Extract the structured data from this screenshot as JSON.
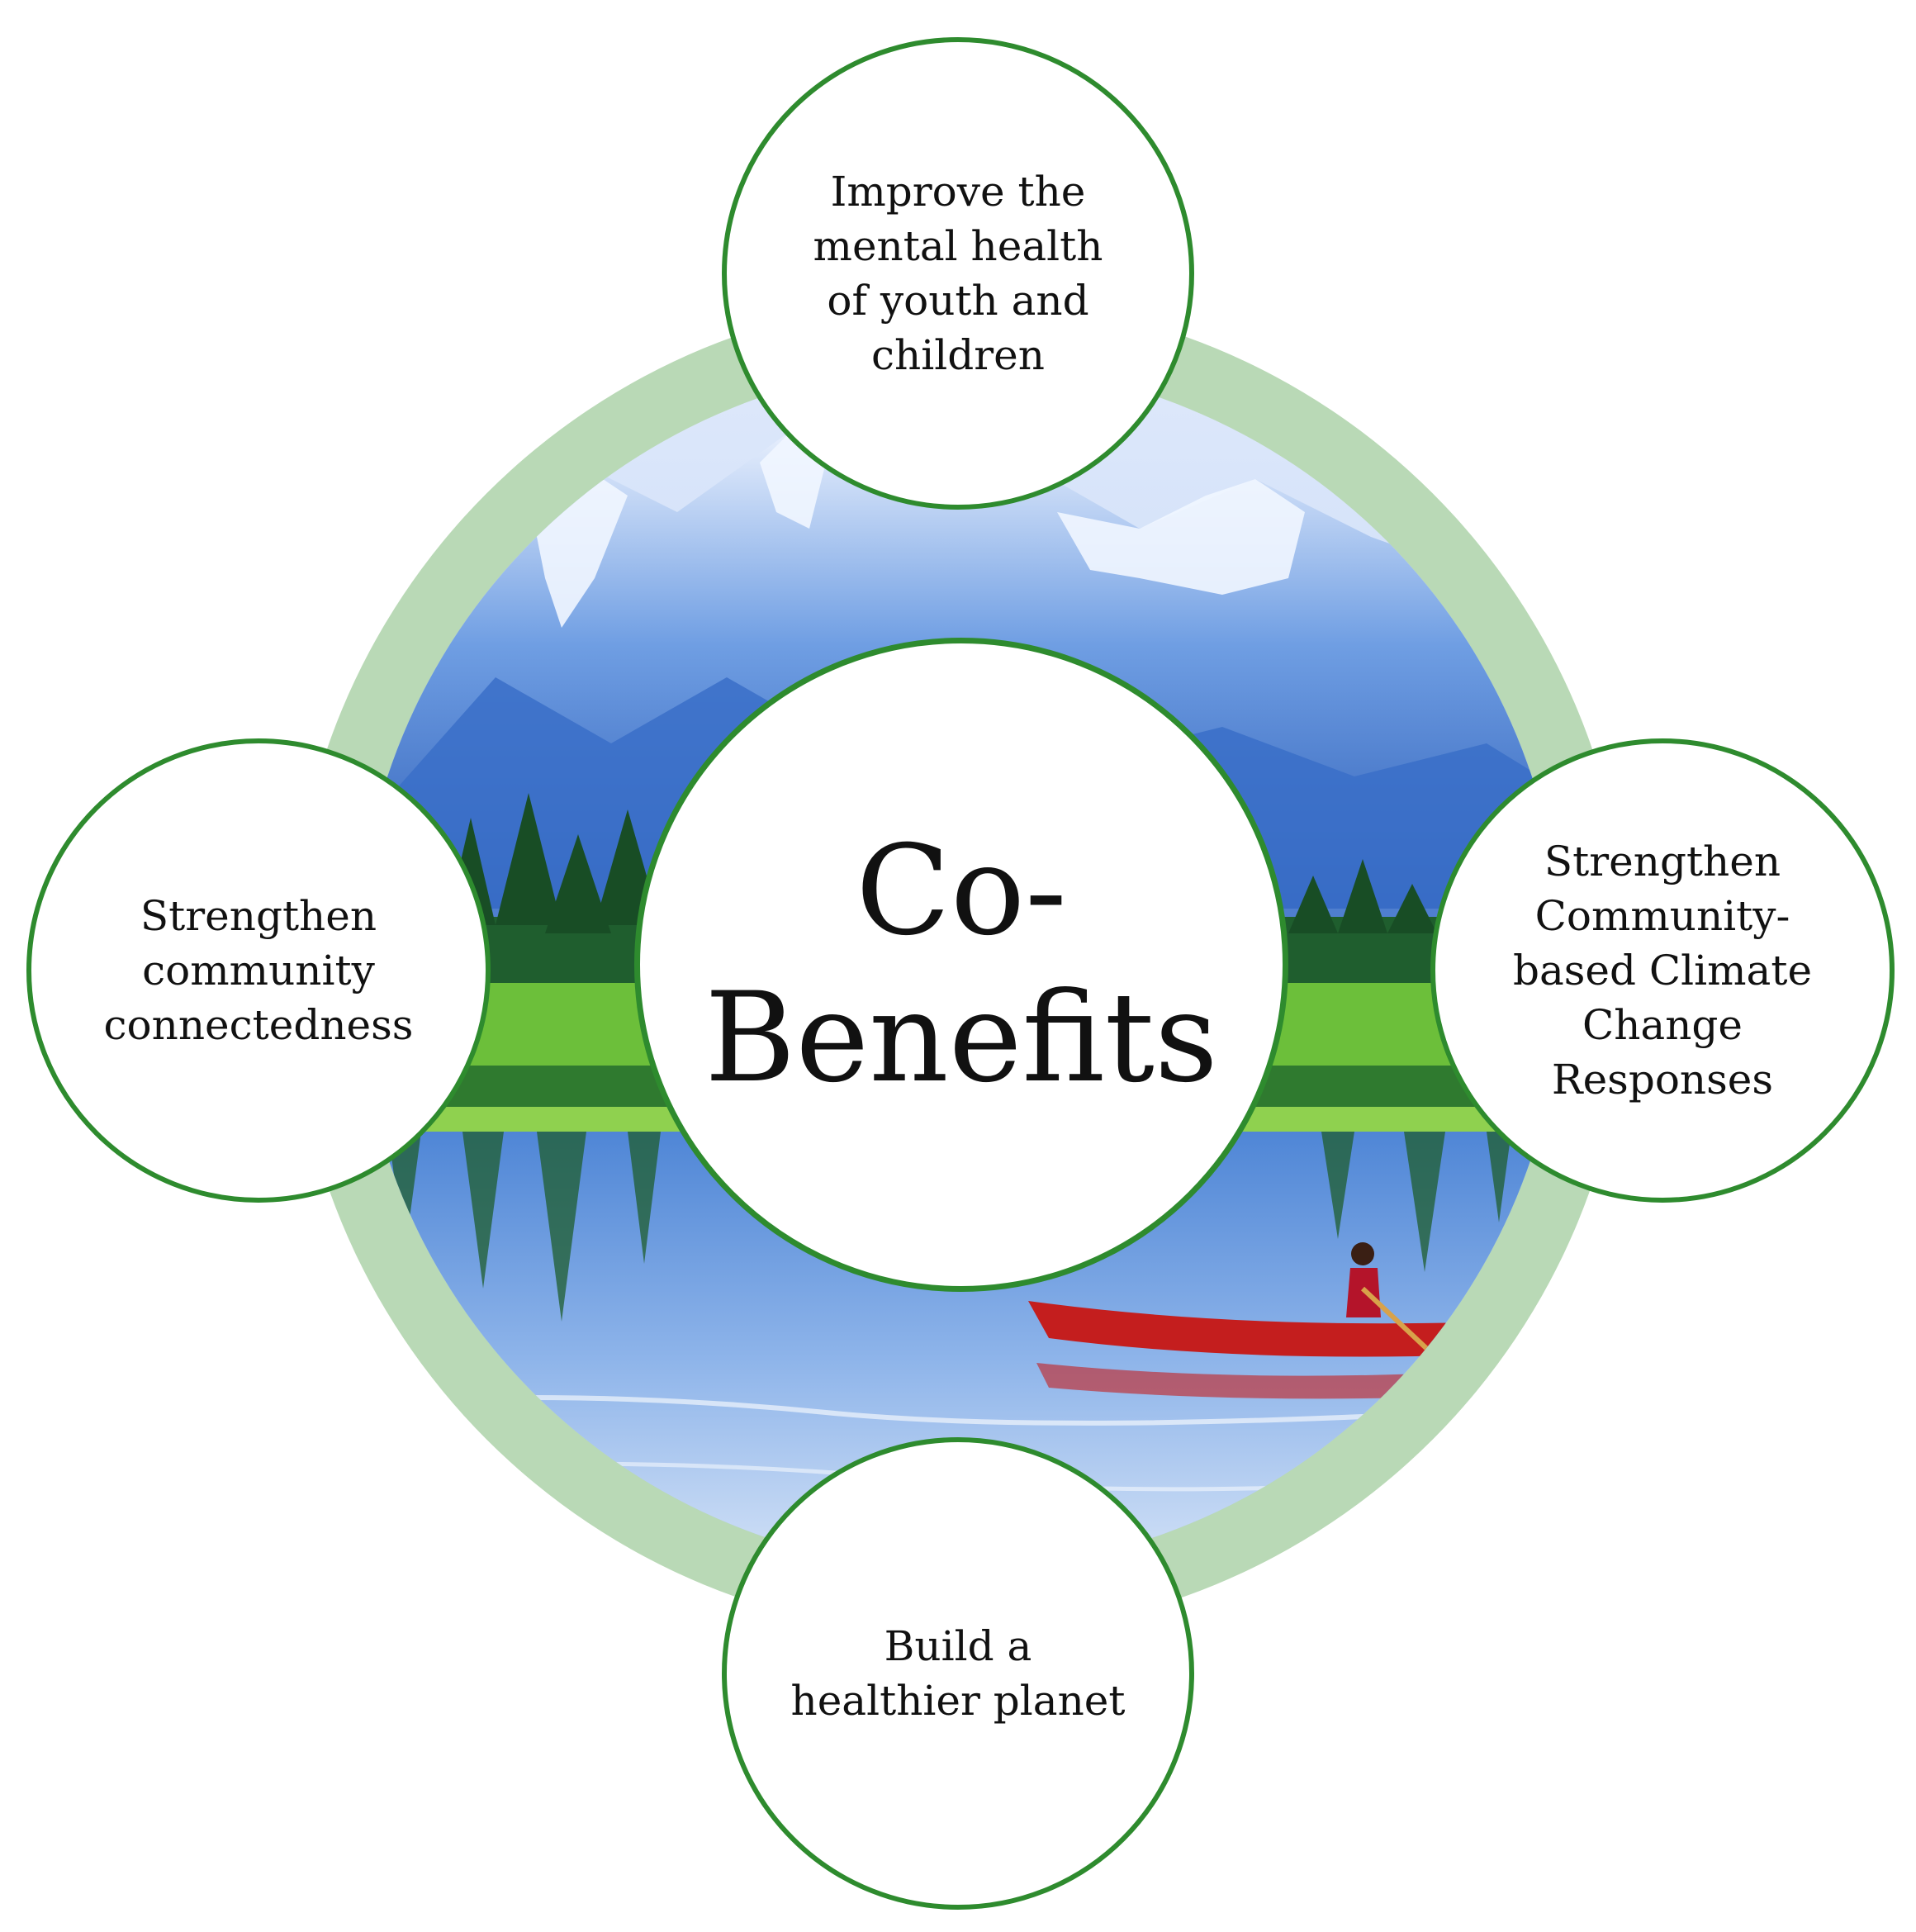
{
  "diagram": {
    "center": {
      "line1": "Co-",
      "line2": "Benefits"
    },
    "nodes": {
      "top": {
        "lines": [
          "Improve the",
          "mental health",
          "of youth and",
          "children"
        ]
      },
      "left": {
        "lines": [
          "Strengthen",
          "community",
          "connectedness"
        ]
      },
      "right": {
        "lines": [
          "Strengthen",
          "Community-",
          "based Climate",
          "Change",
          "Responses"
        ]
      },
      "bottom": {
        "lines": [
          "Build a",
          "healthier planet"
        ]
      }
    },
    "colors": {
      "ring": "#b9d9b6",
      "circle_border": "#2e8b2e",
      "sky": "#c7dcf5",
      "mountains": "#4f86d6",
      "snow": "#eef4ff",
      "forest": "#1f5e2e",
      "grass": "#6cbf3a",
      "water": "#6f9fe0",
      "canoe": "#c41e1e"
    },
    "icons": [
      "mountain-lake-canoe-illustration"
    ]
  }
}
